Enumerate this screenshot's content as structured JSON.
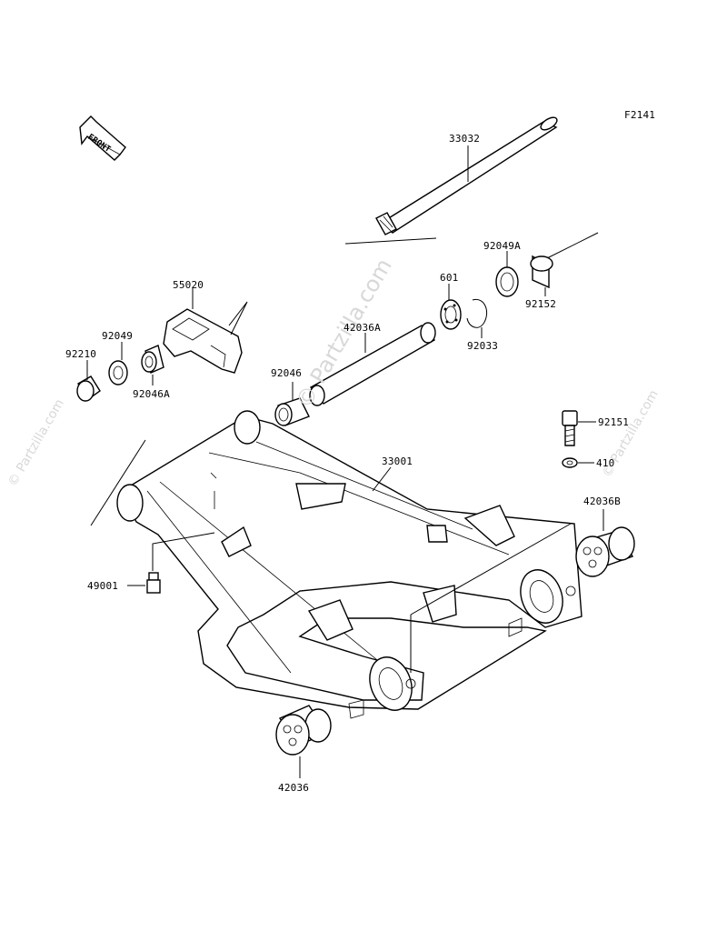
{
  "figure_id": "F2141",
  "front_label": "FRONT",
  "watermarks": {
    "main": "© Partzilla.com",
    "side_left": "© Partzilla.com",
    "side_right": "© Partzilla.com"
  },
  "callouts": {
    "p33032": "33032",
    "p92049A": "92049A",
    "p601": "601",
    "p92152": "92152",
    "p92033": "92033",
    "p55020": "55020",
    "p42036A": "42036A",
    "p92049": "92049",
    "p92210": "92210",
    "p92046A": "92046A",
    "p92046": "92046",
    "p92151": "92151",
    "p410": "410",
    "p33001": "33001",
    "p42036B": "42036B",
    "p49001": "49001",
    "p42036": "42036"
  }
}
